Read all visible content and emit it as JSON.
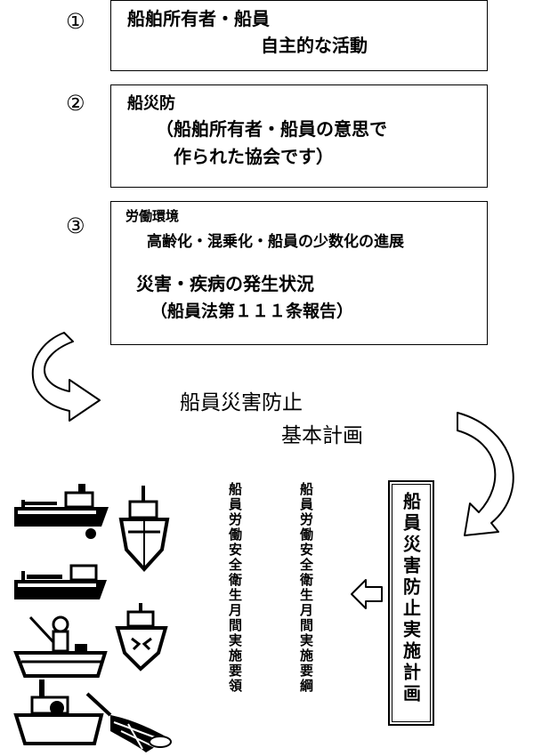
{
  "steps": [
    {
      "number": "①",
      "line1": "船舶所有者・船員",
      "line2": "自主的な活動"
    },
    {
      "number": "②",
      "line1": "船災防",
      "line2": "（船舶所有者・船員の意思で",
      "line3": "作られた協会です）"
    },
    {
      "number": "③",
      "line1": "労働環境",
      "line2": "高齢化・混乗化・船員の少数化の進展",
      "line3": "災害・疾病の発生状況",
      "line4": "（船員法第１１１条報告）"
    }
  ],
  "plan": {
    "line1": "船員災害防止",
    "line2": "基本計画"
  },
  "implementation_plan": "船員災害防止実施計画",
  "outline": "船員労働安全衛生月間実施要綱",
  "guidelines": "船員労働安全衛生月間実施要領"
}
